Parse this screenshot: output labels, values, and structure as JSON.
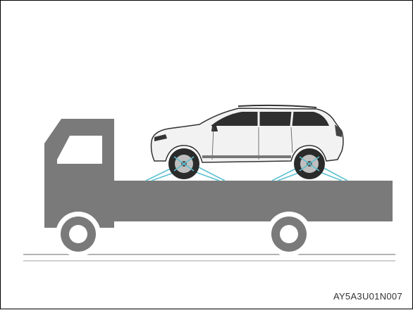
{
  "figure": {
    "code": "AY5A3U01N007"
  },
  "colors": {
    "truck": "#7a7a7a",
    "ground": "#9a9a9a",
    "car_body": "#f2f2f2",
    "car_outline": "#333333",
    "tie_down_straps": "#5bc0d0",
    "tire": "#2b2b2b"
  },
  "icons": {
    "truck": "flatbed-tow-truck",
    "car": "suv-vehicle"
  }
}
